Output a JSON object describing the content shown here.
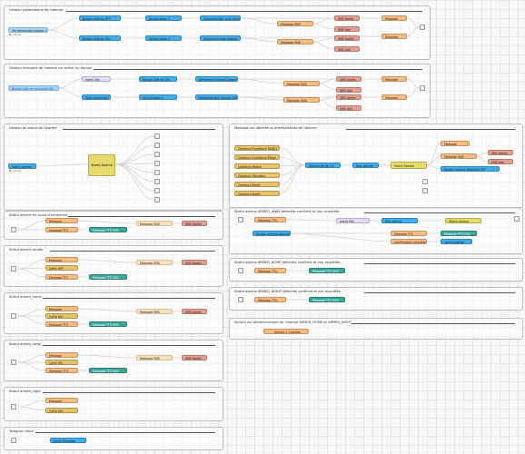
{
  "groups": [
    {
      "title": "Gestion automatique de l'alarme"
    },
    {
      "title": "Gestion manuelle de l'alarme sur action du bouton"
    },
    {
      "title": "Gestion du statut de l'alarme"
    },
    {
      "title": "Message sur détecteurs armés/activés de l'alarme"
    },
    {
      "title": "Statut alarme en cours d'armement"
    },
    {
      "title": "Statut alarme ARMED_AWAY détectée confirmé et non acquittée"
    },
    {
      "title": "Statut alarme armée"
    },
    {
      "title": "Statut alarme ARMED_HOME détectée confirmé et non acquittée"
    },
    {
      "title": "Statut armed_home"
    },
    {
      "title": "Statut alarme ARMED_NIGHT détectée confirmé et non acquittée"
    },
    {
      "title": "Actions sur déclenchement de l'alarme ARMED_HOME et ARMED_NIGHT"
    },
    {
      "title": "Statut armed_away"
    },
    {
      "title": "Statut armed_night"
    },
    {
      "title": "Telegram Send"
    }
  ],
  "g1": {
    "n1": "Vie personnes maison = 0",
    "n2": "Bouton Alarme OFF",
    "n3": "Armed away !!",
    "n4": "Désarmement auto Alarme",
    "n5": "Bouton Alarme ON",
    "n6": "Armed away !!",
    "n7": "Armement auto Alarme",
    "m1": "Message SMS",
    "m2": "Message SMS",
    "s1": "SMS Agnès",
    "s2": "SMS Joel",
    "s3": "SMS Agnès",
    "s4": "SMS Joel",
    "msg1": "Message",
    "msg2": "Message"
  },
  "g2": {
    "n1": "Bouton Alarme manuelle ON",
    "n2": "event 30s",
    "n3": "Bouton Alarme ON",
    "n4": "Armement manuel Alarme",
    "n5": "Start armement_fin",
    "n6": "Armed away !!",
    "n7": "Désarmement manuel Alarme",
    "m1": "Message SMS",
    "m2": "Message SMS",
    "s1": "SMS Agnès",
    "s2": "SMS Joel",
    "s3": "SMS Agnès",
    "s4": "SMS Joel",
    "msg1": "Message",
    "msg2": "Message"
  },
  "g3": {
    "n1": "Statut alarme",
    "big": "Statut Alarme"
  },
  "g4": {
    "sensors": [
      "Capteurs Ouverture RADIO",
      "Capteurs Ouverture Étage",
      "Capteurs Motion",
      "Capteurs Vibration",
      "Capteurs Radio",
      "Capteurs Avant"
    ],
    "n1": "Déclenché de 1/2",
    "n2": "Etat alarme",
    "n3": "Statut Alarme",
    "msg": "Message",
    "sms": "Message SMS",
    "s1": "SMS Agnès",
    "s2": "SMS Joel",
    "btn": "Bouton alarme detected OFF"
  },
  "g5": {
    "m1": "Message",
    "m2": "Message TTS",
    "sms": "Message SMS",
    "s": "SMS Agnès",
    "tts": "Message TTS 50%"
  },
  "g6": {
    "m1": "Message TTS",
    "ev": "event 30s",
    "etat": "État alarme",
    "statut": "Statut Alarme",
    "btn": "Bouton alarme detected ON",
    "tts": "Message TTS",
    "conf": "confirmation message",
    "sq": "send question",
    "tts2": "Message TTS 50%"
  },
  "g7": {
    "m1": "Message",
    "c1": "Carte OFF",
    "m2": "Message TTS",
    "sms": "Message SMS",
    "s": "SMS Agnès",
    "tts": "Message TTS 50%"
  },
  "g8": {
    "m1": "Message TTS",
    "tts": "Message TTS 50%"
  },
  "g9": {
    "m1": "Message",
    "c1": "Carte ON",
    "m2": "Message TTS",
    "sms": "Message SMS",
    "s": "SMS Agnès",
    "tts": "Message TTS 50%"
  },
  "g10": {
    "m1": "Message TTS",
    "tts": "Message TTS 50%"
  },
  "g11": {
    "n1": "Alarme + Lumière"
  },
  "g12": {
    "m1": "Message",
    "c1": "Carte ON",
    "m2": "Message TTS",
    "sms": "Message SMS",
    "s": "SMS Agnès",
    "tts": "Message TTS 50%"
  },
  "g13": {
    "m1": "Message",
    "c1": "Carte ON"
  },
  "g14": {
    "n1": "Email Message"
  }
}
